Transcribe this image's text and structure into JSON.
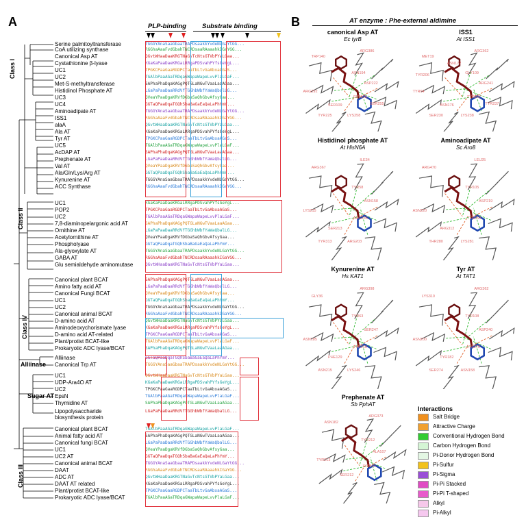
{
  "panel_a": {
    "letter": "A",
    "header_plp": "PLP-binding",
    "header_substrate": "Substrate binding",
    "class_labels": [
      "Class I",
      "Class II",
      "Class IV",
      "Alliinase",
      "Sugar AT",
      "Class III"
    ],
    "groups": [
      {
        "name": "Class I",
        "items": [
          "Serine palmitoyltransferase",
          "CoA utilizing synthase",
          "Canonical Asp AT",
          "Cystathionine β-lyase",
          "UC1",
          "UC2",
          "Met-S-methyltransferase",
          "Histidinol Phosphate AT",
          "UC3",
          "UC4",
          "Aminoadipate AT",
          "ISS1",
          "alaA",
          "Ala AT",
          "Tyr AT",
          "UC5",
          "AcDAP AT",
          "Prephenate AT",
          "Val AT",
          "Ala/Gln/Lys/Arg AT",
          "Kynurenine AT",
          "ACC Synthase"
        ]
      },
      {
        "name": "Class II",
        "items": [
          "UC1",
          "POP2",
          "UC2",
          "7,8-diaminopelargonic acid AT",
          "Ornithine AT",
          "Acetylornithine AT",
          "Phospholyase",
          "Ala-glyoxylate AT",
          "GABA AT",
          "Glu semialdehyde aminomutase"
        ]
      },
      {
        "name": "Class IV",
        "items": [
          "Canonical plant BCAT",
          "Amino fatty acid AT",
          "Canonical Fungi BCAT",
          "UC1",
          "UC2",
          "Canonical animal BCAT",
          "D-amino acid AT",
          "Aminodeoxychorismate lyase",
          "D-amino acid AT-related",
          "Plant/protist BCAT-like",
          "Prokaryotic ADC lyase/BCAT"
        ]
      },
      {
        "name": "Alliinase",
        "items": [
          "Alliinase",
          "Canonical Trp AT"
        ]
      },
      {
        "name": "Sugar AT",
        "items": [
          "UC1",
          "UDP-Ara4O AT",
          "UC2",
          "EpsN",
          "Thymidine AT",
          "Lipopolysaccharide",
          "biosynthesis protein"
        ]
      },
      {
        "name": "Class III",
        "items": [
          "Canonical plant BCAT",
          "Animal fatty acid AT",
          "Canonical fungi BCAT",
          "UC1",
          "UC2 AT",
          "Canonical animal BCAT",
          "DAAT",
          "ADC AT",
          "DAAT AT related",
          "Plant/protist BCAT-like",
          "Prokaryotic ADC lyase/BCAT"
        ]
      }
    ],
    "alignment_rows": [
      "TGGGYAnaSaaGbaaTRAPDsaakkYvdeNLGaYtGG...",
      "RGGhaAaaFvdGbahTNCRDsaaRAaaahkIGaYGG...",
      "QGvtWHaaDaaKRGTNaGvTcNtsGTVbPYaLGaa...",
      "KGaKaPaaDaeKRGaLRRgaPDSvahPYfsGeYgL...",
      "TPGKCPaaGaaRGDPCTaaTbLtvGaAbxaAGaS...",
      "TGAlbPaaAGaTRDqaGWapaWapeLvvPlaLGaF...",
      "SAPhaPhaDqaKAGgPQTGLaNGwTVaaLaaAGaa...",
      "LGaPaPaaDaaRRdVfTGGhbWbfYaWaQbalLG...",
      "QVeaYPaaDgaKRVfDGbaSaQhGbvAfsyGaa...",
      "GGTaQPaaDqaTGQhSbaBaGaEaQaLaPhYmY..."
    ]
  },
  "panel_b": {
    "letter": "B",
    "title": "AT enzyme : Phe-external aldimine",
    "structures": [
      {
        "title": "canonical Asp AT",
        "sub": "Ec tyrB",
        "residues": [
          "ARG386",
          "TRP140",
          "ASN194",
          "ARG292",
          "SER109",
          "GLY108",
          "ASP222",
          "TYR225",
          "LYS258",
          "SER255"
        ]
      },
      {
        "title": "ISS1",
        "sub": "At ISS1",
        "residues": [
          "ARG362",
          "MET19",
          "GLY109",
          "TYR64",
          "ASN176",
          "TYR207",
          "ARG241",
          "SER230",
          "LYS238",
          "TYR237",
          "TYR206",
          "ASN172"
        ]
      },
      {
        "title": "Histidinol phosphate AT",
        "sub": "At HisN6A",
        "residues": [
          "ILE34",
          "ARG367",
          "TYR58",
          "LYS215",
          "SER213",
          "ARG235",
          "ASN158",
          "TYR313",
          "ARG203"
        ]
      },
      {
        "title": "Aminoadipate AT",
        "sub": "Sc Aro8",
        "residues": [
          "LEU25",
          "ARG470",
          "TYR105",
          "ASN220",
          "ARG312",
          "TYR250",
          "ASP219",
          "THR280",
          "LYS281"
        ]
      },
      {
        "title": "Kynurenine AT",
        "sub": "Hs KAT1",
        "residues": [
          "ARG398",
          "GLY36",
          "TYR63",
          "ASN185",
          "PHE129",
          "TYR216",
          "SER247",
          "ASN215",
          "LYS246"
        ]
      },
      {
        "title": "Tyr AT",
        "sub": "At TAT1",
        "residues": [
          "ARG362",
          "LYS310",
          "TYR108",
          "ASN200",
          "TYR182",
          "LYS276",
          "ASP240",
          "SER274",
          "ASN158"
        ]
      },
      {
        "title": "Prephenate AT",
        "sub": "Sb PphAT",
        "residues": [
          "ARG373",
          "ASN182",
          "TYR212",
          "TYR213",
          "SER212",
          "LYS107",
          "ALA107"
        ]
      }
    ],
    "legend_title": "Interactions",
    "legend": [
      {
        "label": "Salt Bridge",
        "color": "#f0901e"
      },
      {
        "label": "Attractive Charge",
        "color": "#f0a030"
      },
      {
        "label": "Conventional Hydrogen Bond",
        "color": "#33cc33"
      },
      {
        "label": "Carbon Hydrogen Bond",
        "color": "#d5f5d5"
      },
      {
        "label": "Pi-Donor Hydrogen Bond",
        "color": "#e4f7e4"
      },
      {
        "label": "Pi-Sulfur",
        "color": "#f2c21c"
      },
      {
        "label": "Pi-Sigma",
        "color": "#9a4fd6"
      },
      {
        "label": "Pi-Pi Stacked",
        "color": "#e04bc4"
      },
      {
        "label": "Pi-Pi T-shaped",
        "color": "#e85bcb"
      },
      {
        "label": "Alkyl",
        "color": "#f6c8ea"
      },
      {
        "label": "Pi-Alkyl",
        "color": "#f6c8ef"
      }
    ]
  }
}
